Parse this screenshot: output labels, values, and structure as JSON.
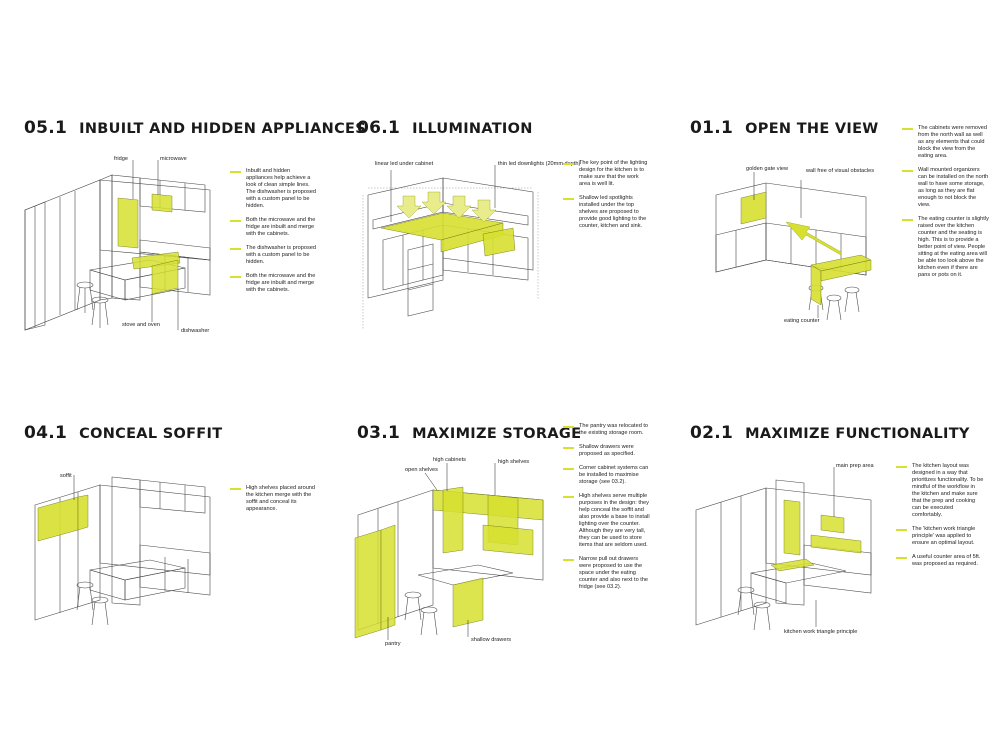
{
  "colors": {
    "accent": "#d6e02f",
    "line": "#4a4a4a",
    "text": "#1a1a1a"
  },
  "panels": [
    {
      "number": "05.1",
      "title": "INBUILT AND HIDDEN APPLIANCES",
      "labels": {
        "fridge": "fridge",
        "microwave": "microwave",
        "stove": "stove and oven",
        "dishwasher": "dishwasher"
      },
      "notes": [
        "Inbuilt and hidden appliances help achieve a look of clean simple lines. The dishwasher is proposed with a custom panel to be hidden.",
        "Both the microwave and the fridge are inbuilt and merge with the cabinets.",
        "The dishwasher is proposed with a custom panel to be hidden.",
        "Both the microwave and the fridge are inbuilt and merge with the cabinets."
      ]
    },
    {
      "number": "06.1",
      "title": "ILLUMINATION",
      "labels": {
        "linear": "linear led under cabinet",
        "thin": "thin led downlights (20mm depth)"
      },
      "notes": [
        "The key point of the lighting design for the kitchen is to make sure that the work area is well lit.",
        "Shallow led spotlights installed under the top shelves are proposed to provide good lighting to the counter, kitchen and sink."
      ]
    },
    {
      "number": "01.1",
      "title": "OPEN THE VIEW",
      "labels": {
        "golden": "golden gate view",
        "wall": "wall free of visual obstacles",
        "eating": "eating counter"
      },
      "notes": [
        "The cabinets were removed from the north wall as well as any elements that could block the view from the eating area.",
        "Wall mounted organizers can be installed on the north wall to have some storage, as long as they are flat enough to not block the view.",
        "The eating counter is slightly raised over the kitchen counter and the seating is high. This is to provide a better point of view. People sitting at the eating area will be able too look above the kitchen even if there are pans or pots on it."
      ]
    },
    {
      "number": "04.1",
      "title": "CONCEAL SOFFIT",
      "labels": {
        "soffit": "soffit"
      },
      "notes": [
        "High shelves placed around the kitchen merge with the soffit and conceal its appearance."
      ]
    },
    {
      "number": "03.1",
      "title": "MAXIMIZE STORAGE",
      "labels": {
        "high_cabinets": "high cabinets",
        "open_shelves": "open shelves",
        "high_shelves": "high shelves",
        "pantry": "pantry",
        "shallow": "shallow drawers"
      },
      "notes": [
        "The pantry was relocated to the existing storage room.",
        "Shallow drawers were proposed as specified.",
        "Corner cabinet systems can be installed to maximise storage (see 03.2).",
        "High shelves serve multiple purposes in the design: they help conceal the soffit and also provide a base to install lighting over the counter. Although they are very tall, they can be used to store items that are seldom used.",
        "Narrow pull out drawers were proposed to use the space under the eating counter and also next to the fridge (see 03.2)."
      ]
    },
    {
      "number": "02.1",
      "title": "MAXIMIZE FUNCTIONALITY",
      "labels": {
        "main_prep": "main prep area",
        "triangle": "kitchen work triangle principle"
      },
      "notes": [
        "The kitchen layout was designed in a way that prioritizes functionality. To be mindful of the workflow in the kitchen and make sure that the prep and cooking can be executed comfortably.",
        "The 'kitchen work triangle principle' was applied to ensure an optimal layout.",
        "A useful counter area of 5ft. was proposed as required."
      ]
    }
  ]
}
